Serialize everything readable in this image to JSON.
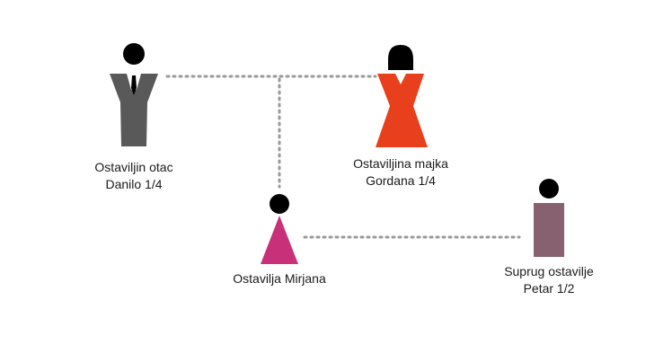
{
  "nodes": {
    "father": {
      "line1": "Ostaviljin otac",
      "line2": "Danilo 1/4",
      "color": "#595959"
    },
    "mother": {
      "line1": "Ostaviljina majka",
      "line2": "Gordana 1/4",
      "color": "#e8401c"
    },
    "deceased": {
      "line1": "Ostavilja Mirjana",
      "color": "#c8317a"
    },
    "spouse": {
      "line1": "Suprug ostavilje",
      "line2": "Petar 1/2",
      "color": "#87616f"
    }
  },
  "colors": {
    "head": "#000000",
    "connector": "#9a9a9a"
  }
}
